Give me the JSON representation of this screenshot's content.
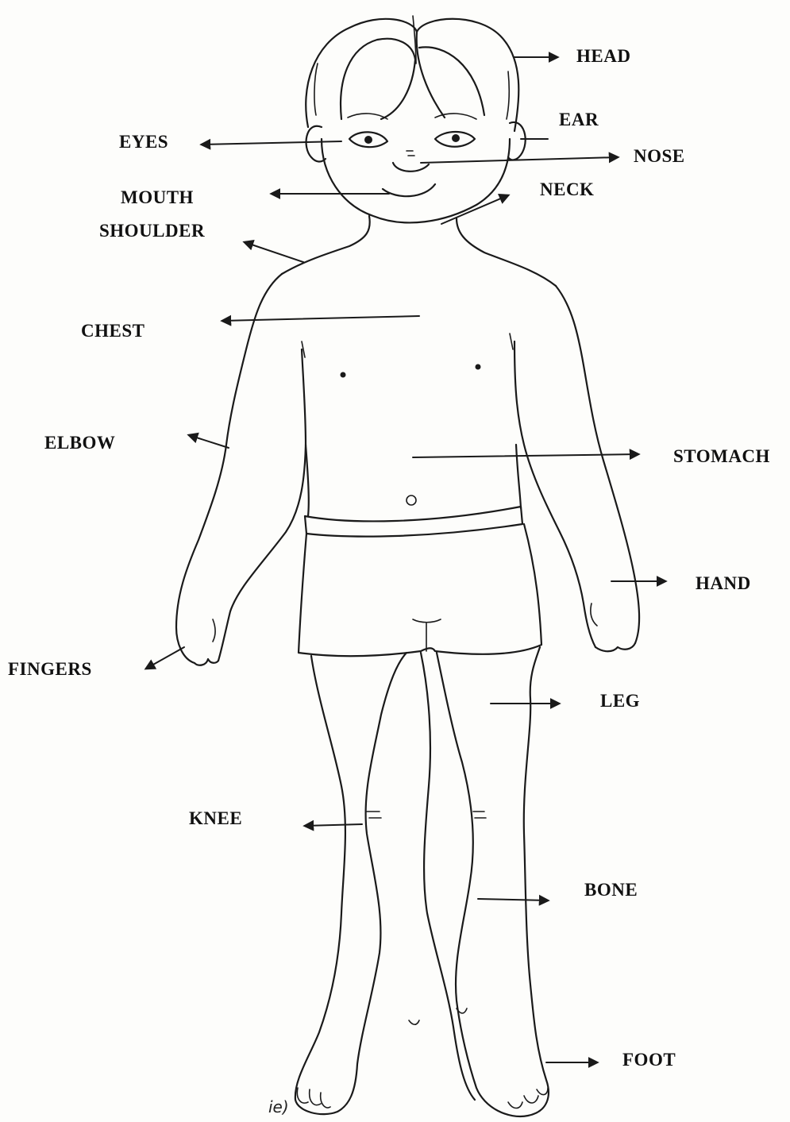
{
  "labels": {
    "head": "HEAD",
    "ear": "EAR",
    "eyes": "EYES",
    "nose": "NOSE",
    "neck": "NECK",
    "mouth": "MOUTH",
    "shoulder": "SHOULDER",
    "chest": "CHEST",
    "elbow": "ELBOW",
    "stomach": "STOMACH",
    "hand": "HAND",
    "fingers": "FINGERS",
    "leg": "LEG",
    "knee": "KNEE",
    "bone": "BONE",
    "foot": "FOOT"
  },
  "signature": "ie)",
  "colors": {
    "ink": "#1a1a1a",
    "paper": "#fdfdfb"
  }
}
